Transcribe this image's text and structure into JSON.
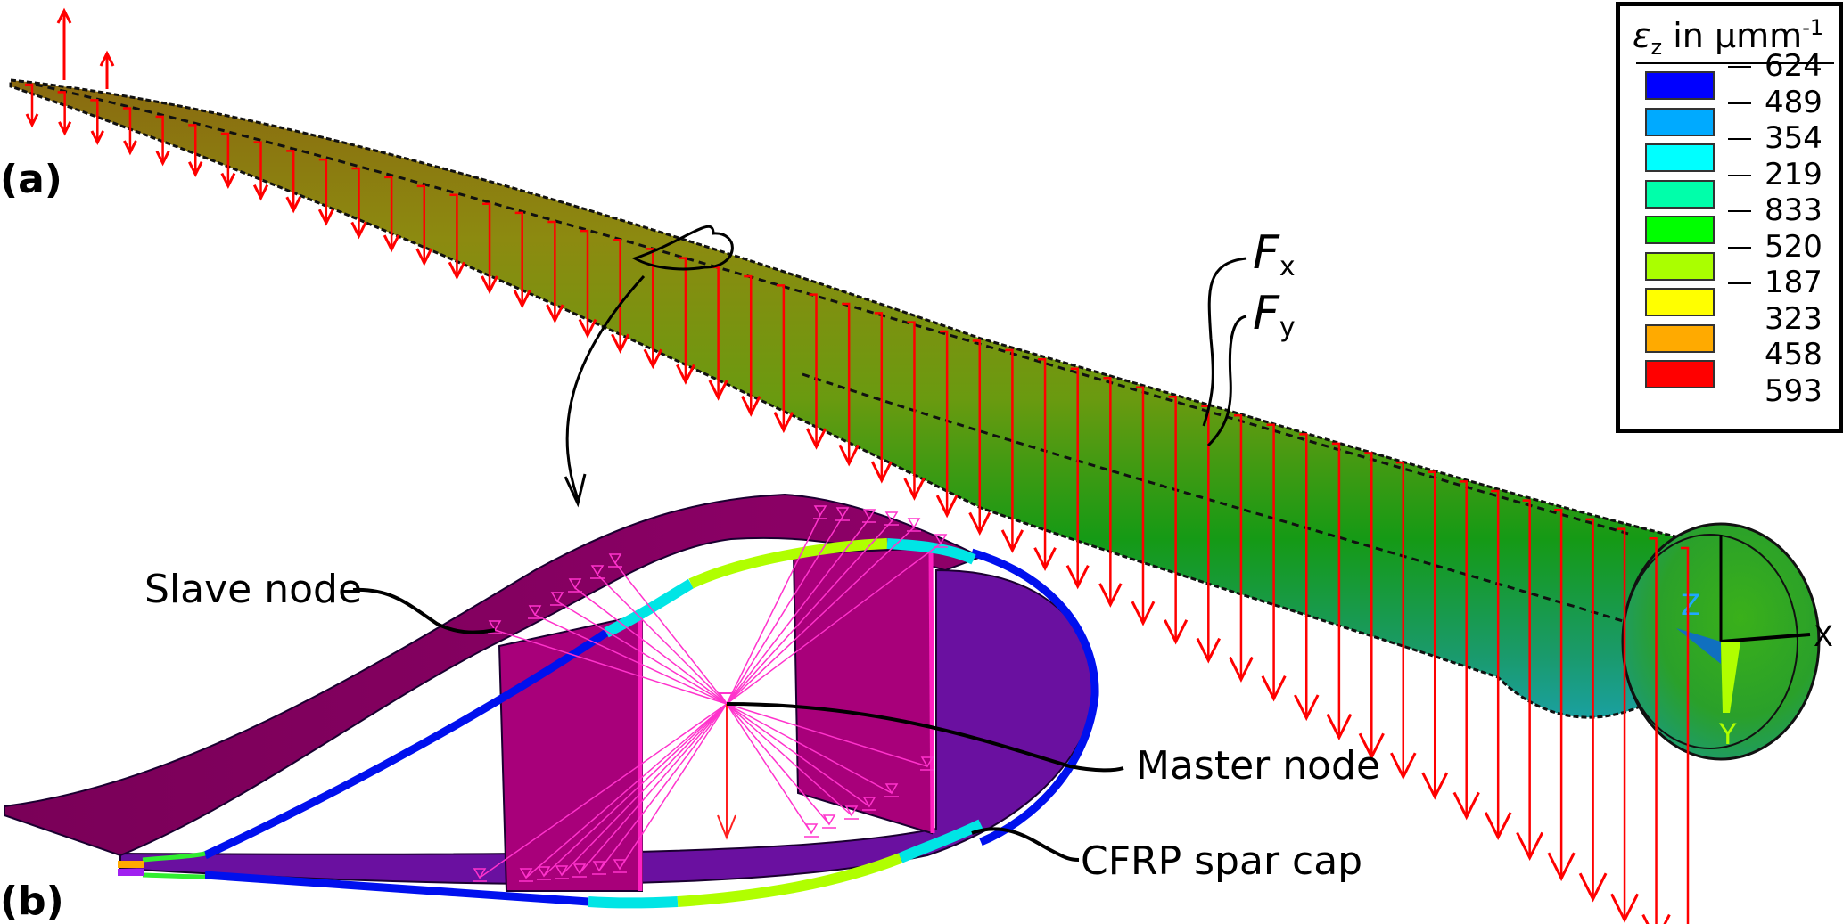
{
  "figure": {
    "panels": [
      {
        "id": "a",
        "label": "(a)"
      },
      {
        "id": "b",
        "label": "(b)"
      }
    ],
    "forces": {
      "fx": {
        "symbol": "F",
        "sub": "x"
      },
      "fy": {
        "symbol": "F",
        "sub": "y"
      }
    },
    "callouts": {
      "slave_node": "Slave node",
      "master_node": "Master node",
      "spar_cap": "CFRP spar cap"
    },
    "axes_triad": {
      "x": "X",
      "y": "Y",
      "z": "Z"
    },
    "colors": {
      "load_arrow": "#ff0000",
      "rbe_link": "#ff33cc",
      "shell_top": "#8a0060",
      "shell_bottom": "#6a10a0",
      "web": "#a8007a",
      "spar_cap": "#00e5e5",
      "core": "#b0ff00",
      "skin_edge": "#0010ee"
    }
  },
  "legend": {
    "quantity": "ε",
    "quantity_sub": "z",
    "unit_prefix": "in µmm",
    "unit_exp": "-1",
    "colors": [
      "#0000ff",
      "#00aaff",
      "#00ffff",
      "#00ffaa",
      "#00ff00",
      "#aaff00",
      "#ffff00",
      "#ffaa00",
      "#ff0000"
    ],
    "values": [
      "624",
      "489",
      "354",
      "219",
      "833",
      "520",
      "187",
      "323",
      "458",
      "593"
    ]
  }
}
